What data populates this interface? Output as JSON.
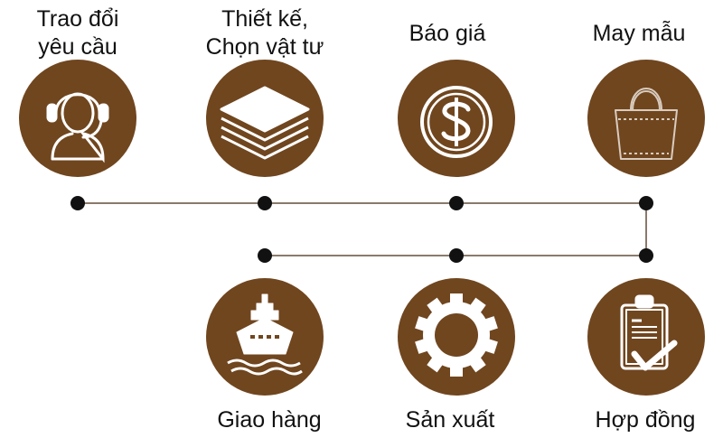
{
  "accent_color": "#70461f",
  "line_color": "#8a7a6c",
  "steps": [
    {
      "lines": [
        "Trao đổi",
        "yêu cầu"
      ],
      "icon": "customer-support-headset-icon"
    },
    {
      "lines": [
        "Thiết kế,",
        "Chọn vật tư"
      ],
      "icon": "material-layers-icon"
    },
    {
      "lines": [
        "Báo giá"
      ],
      "icon": "dollar-coin-icon"
    },
    {
      "lines": [
        "May mẫu"
      ],
      "icon": "tote-bag-icon"
    },
    {
      "lines": [
        "Hợp đồng"
      ],
      "icon": "clipboard-check-icon"
    },
    {
      "lines": [
        "Sản xuất"
      ],
      "icon": "gear-icon"
    },
    {
      "lines": [
        "Giao hàng"
      ],
      "icon": "cargo-ship-icon"
    }
  ]
}
